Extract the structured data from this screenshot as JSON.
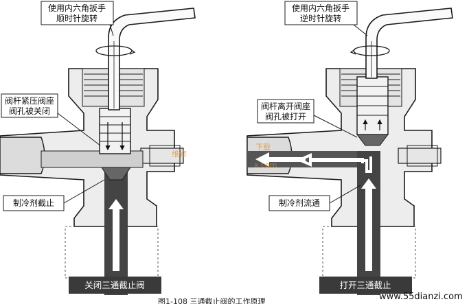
{
  "left_valve": {
    "hand_note": [
      "使用内六角扳手",
      "顺时针旋转"
    ],
    "stem_note": [
      "阀杆紧压阀座",
      "阀孔被关闭"
    ],
    "flow_note": "制冷剂截止",
    "banner": "关闭三通截止阀"
  },
  "right_valve": {
    "hand_note": [
      "使用内六角扳手",
      "逆时针旋转"
    ],
    "stem_note": [
      "阀杆离开阀座",
      "阀孔被打开"
    ],
    "flow_note": "制冷剂流通",
    "banner": "打开三通截止"
  },
  "figure_caption": "图1-108  三通截止阀的工作原理",
  "watermark": {
    "left": "维修",
    "right_top": "下载",
    "right_bottom": "x.com"
  },
  "site_url": "www.55dianzi.com",
  "colors": {
    "line": "#1a1a1a",
    "pipe_dark": "#444444",
    "pipe_mid": "#8a8a8a",
    "fill_light": "#d9d9d9",
    "banner_bg": "#3a3a3a",
    "watermark": "#e08a1e"
  }
}
